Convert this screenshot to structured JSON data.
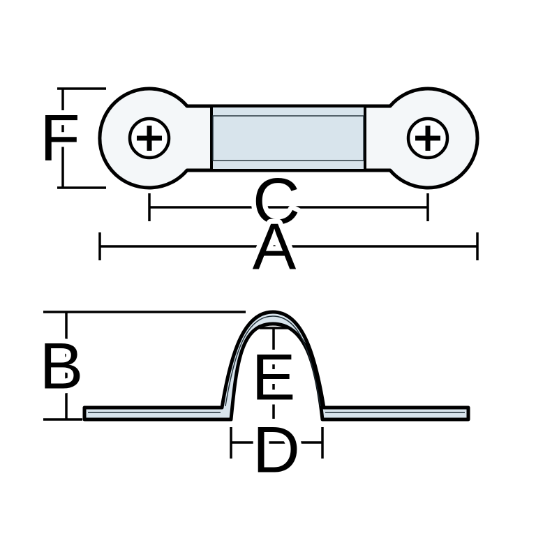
{
  "figure": {
    "views": [
      {
        "id": "top-view"
      },
      {
        "id": "side-view"
      }
    ]
  },
  "labels": {
    "a": "A",
    "b": "B",
    "c": "C",
    "d": "D",
    "e": "E",
    "f": "F"
  },
  "colors": {
    "line": "#000000",
    "fill_light": "#f4f7f9",
    "fill_shaded": "#d8e4ec",
    "fill_bridge_top": "#edf3f7",
    "screw_fill": "#fdfeff",
    "background": "#ffffff"
  }
}
